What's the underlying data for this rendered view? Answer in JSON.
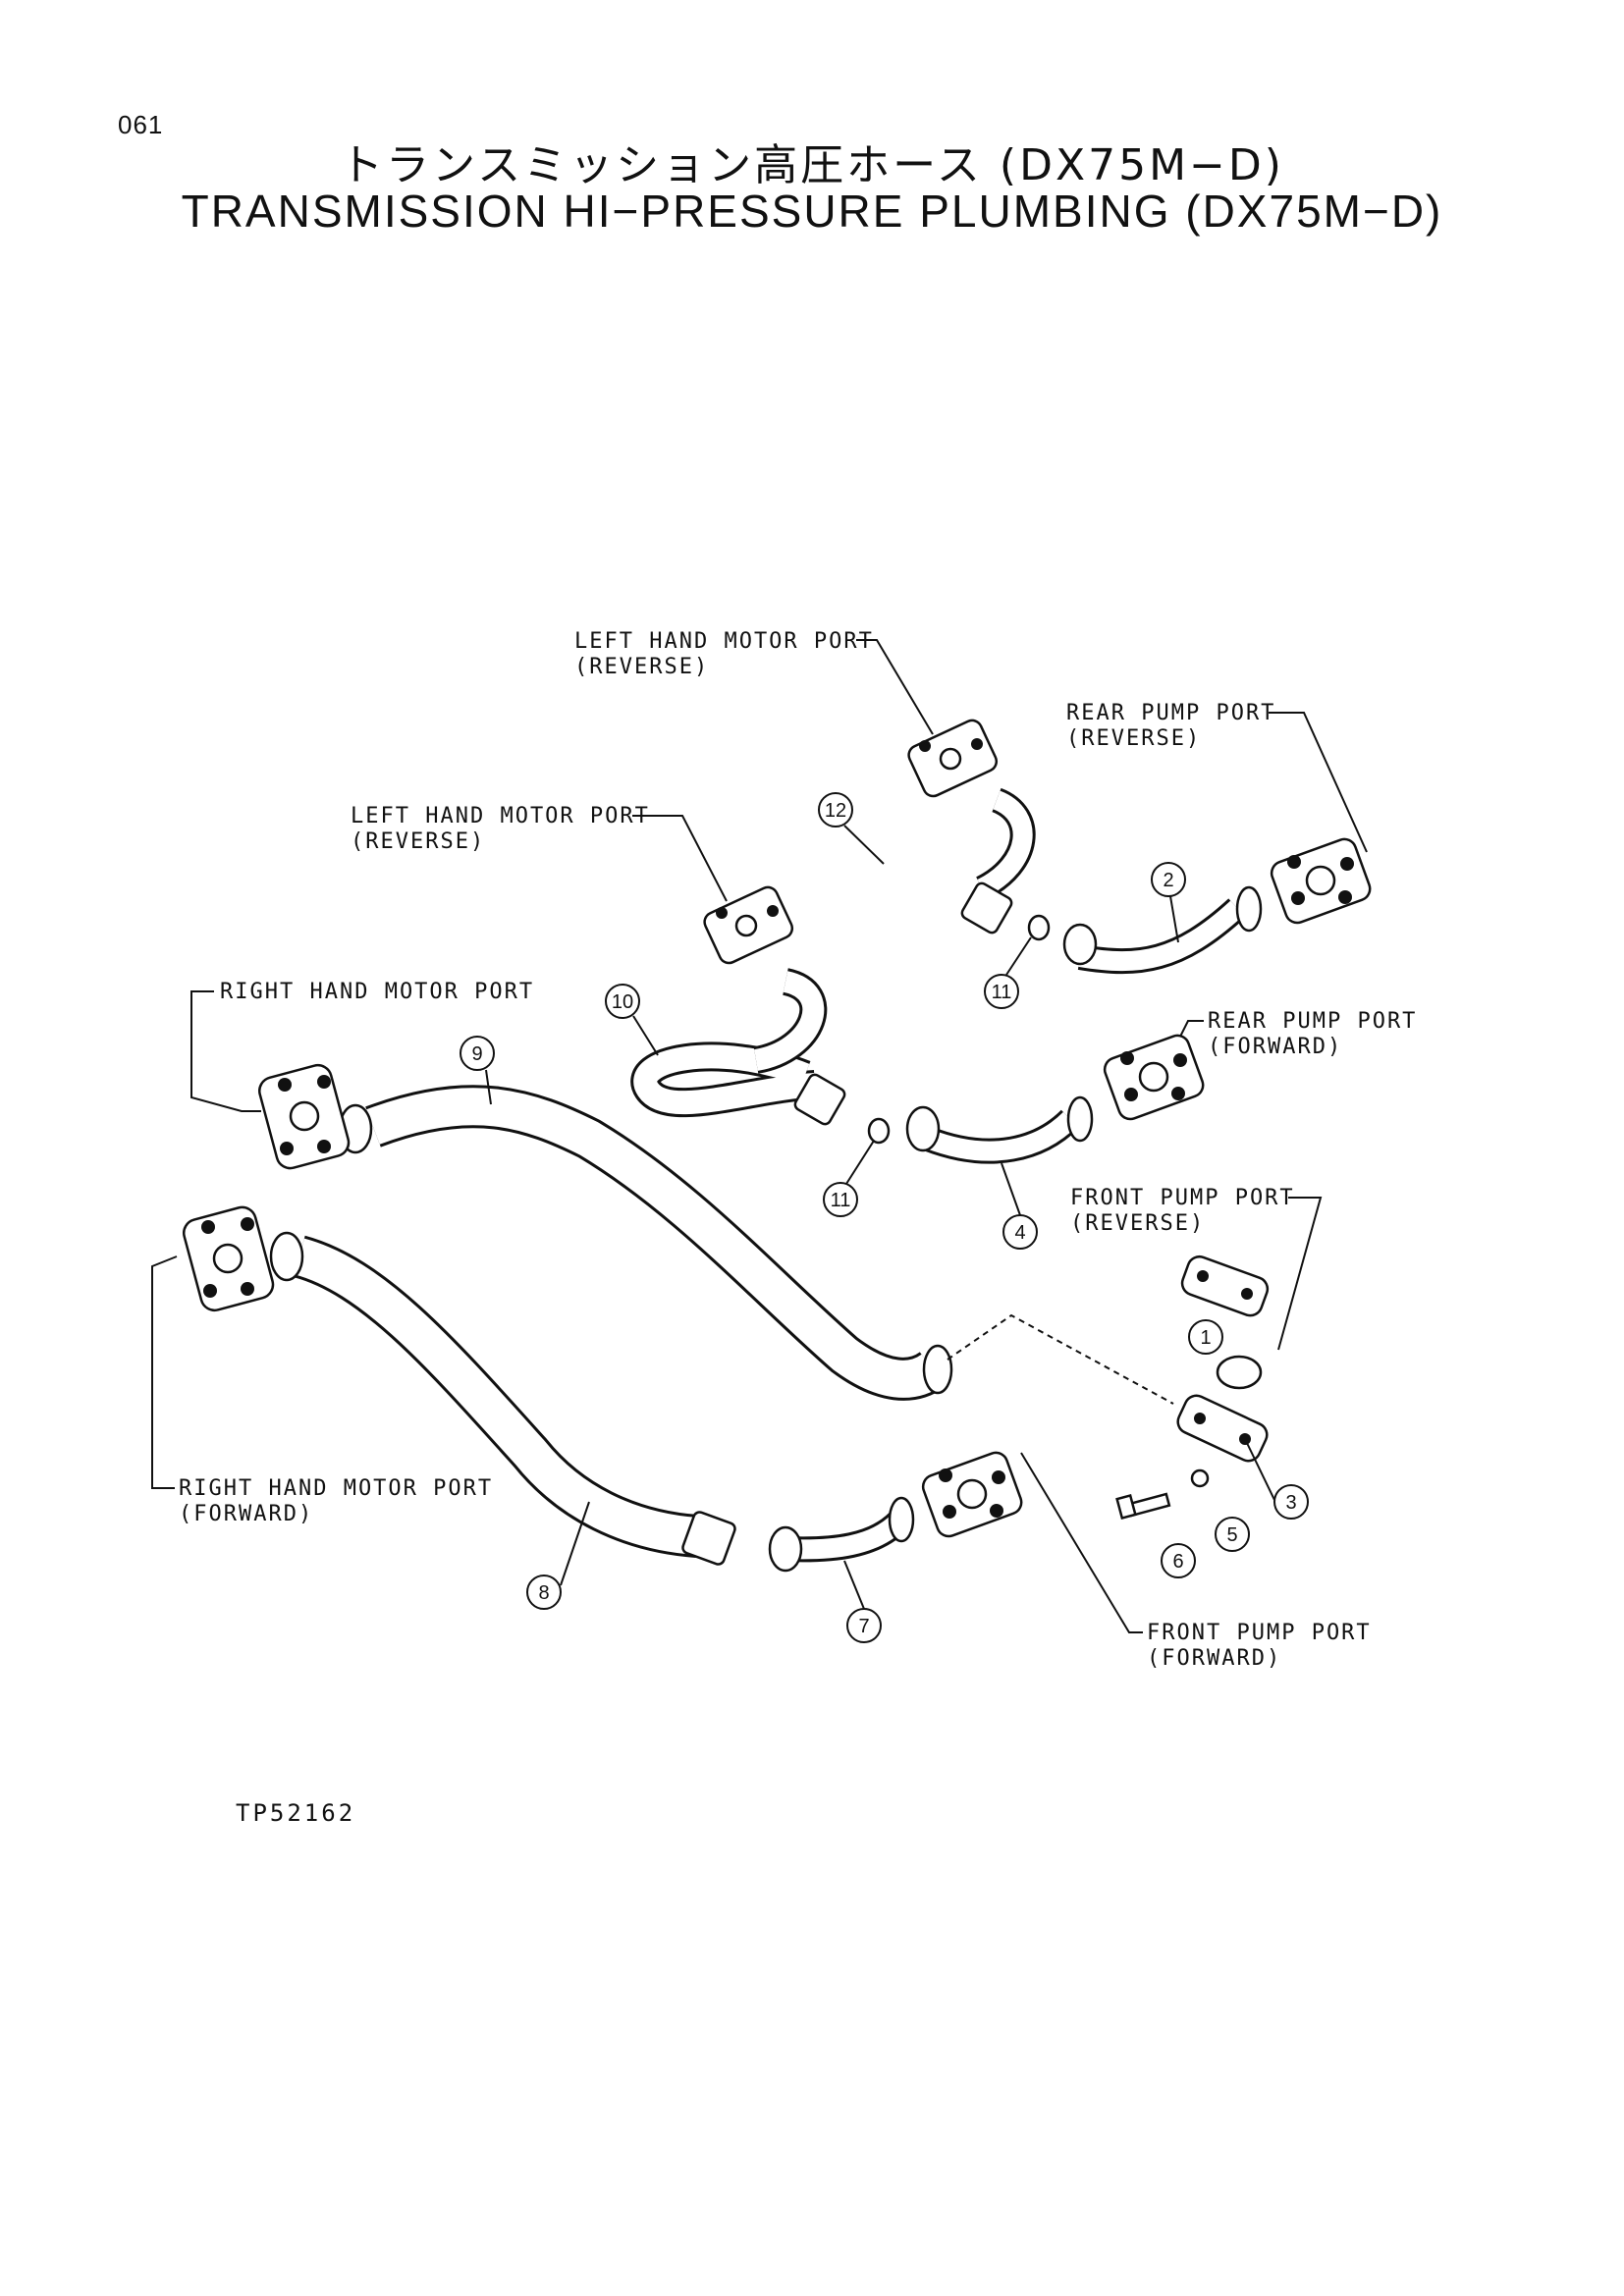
{
  "header": {
    "page_number": "061",
    "title_japanese": "トランスミッション高圧ホース (DX75M−D)",
    "title_english": "TRANSMISSION HI−PRESSURE PLUMBING (DX75M−D)"
  },
  "callouts": [
    {
      "line1": "LEFT HAND MOTOR PORT",
      "line2": "(REVERSE)"
    },
    {
      "line1": "REAR PUMP PORT",
      "line2": "(REVERSE)"
    },
    {
      "line1": "LEFT HAND MOTOR PORT",
      "line2": "(REVERSE)"
    },
    {
      "line1": "RIGHT HAND MOTOR PORT",
      "line2": ""
    },
    {
      "line1": "REAR PUMP PORT",
      "line2": "(FORWARD)"
    },
    {
      "line1": "FRONT PUMP PORT",
      "line2": "(REVERSE)"
    },
    {
      "line1": "RIGHT HAND MOTOR PORT",
      "line2": "(FORWARD)"
    },
    {
      "line1": "FRONT PUMP PORT",
      "line2": "(FORWARD)"
    }
  ],
  "part_numbers": [
    "1",
    "2",
    "3",
    "4",
    "5",
    "6",
    "7",
    "8",
    "9",
    "10",
    "11",
    "11",
    "12"
  ],
  "footer": {
    "drawing_code": "TP52162"
  }
}
